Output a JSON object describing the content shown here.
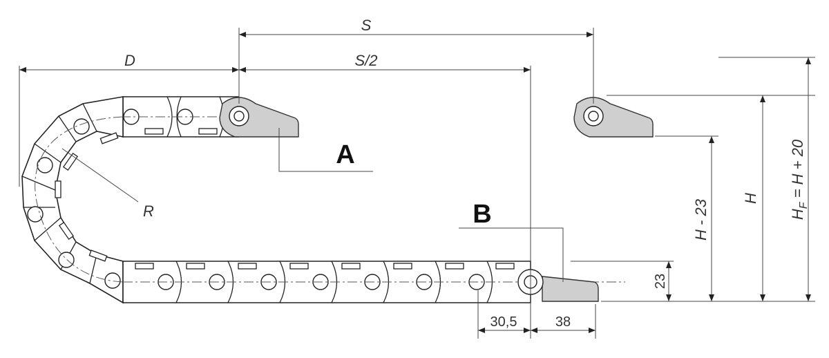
{
  "labels": {
    "s": "S",
    "s_half": "S/2",
    "d": "D",
    "r": "R",
    "a": "A",
    "b": "B",
    "h": "H",
    "h_minus": "H - 23",
    "hf_main": "H",
    "hf_sub": "F",
    "hf_rest": " = H + 20",
    "d23": "23",
    "d30_5": "30,5",
    "d38": "38"
  },
  "colors": {
    "bracket": "#cfcfcf",
    "line": "#222222"
  }
}
